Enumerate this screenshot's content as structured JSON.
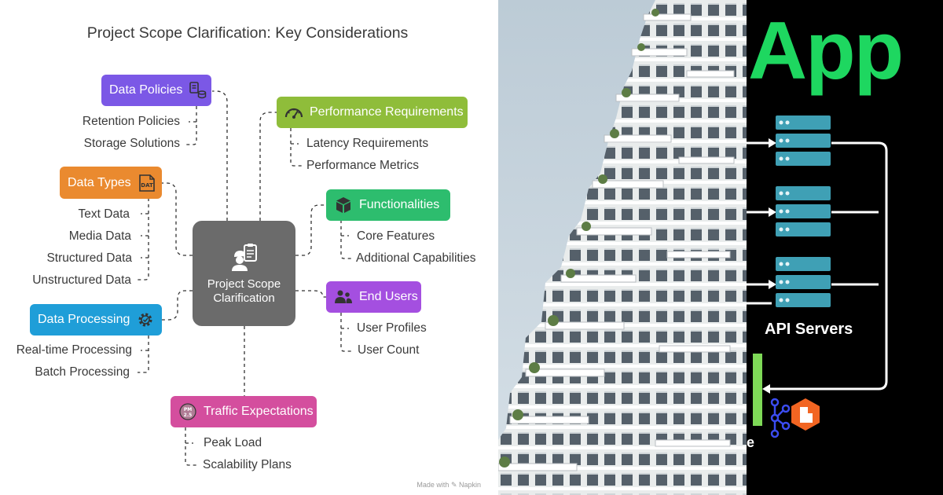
{
  "diagram": {
    "title": "Project Scope Clarification: Key Considerations",
    "center": {
      "label": "Project Scope Clarification",
      "color": "#6b6b6b",
      "icon": "engineer-clipboard-icon"
    },
    "branches": [
      {
        "label": "Data Policies",
        "color": "#7b58e6",
        "icon": "data-policy-icon",
        "leaves": [
          "Retention Policies",
          "Storage Solutions"
        ]
      },
      {
        "label": "Data Types",
        "color": "#ea8a2f",
        "icon": "dat-file-icon",
        "leaves": [
          "Text Data",
          "Media Data",
          "Structured Data",
          "Unstructured Data"
        ]
      },
      {
        "label": "Data Processing",
        "color": "#1f9ed8",
        "icon": "gear-icon",
        "leaves": [
          "Real-time Processing",
          "Batch Processing"
        ]
      },
      {
        "label": "Traffic Expectations",
        "color": "#d44e9e",
        "icon": "pm25-icon",
        "leaves": [
          "Peak Load",
          "Scalability Plans"
        ]
      },
      {
        "label": "Performance Requirements",
        "color": "#8fbd3a",
        "icon": "speedometer-icon",
        "leaves": [
          "Latency Requirements",
          "Performance Metrics"
        ]
      },
      {
        "label": "Functionalities",
        "color": "#2dbd6e",
        "icon": "cube-icon",
        "leaves": [
          "Core Features",
          "Additional Capabilities"
        ]
      },
      {
        "label": "End Users",
        "color": "#a44fe0",
        "icon": "users-icon",
        "leaves": [
          "User Profiles",
          "User Count"
        ]
      }
    ],
    "credit": "Made with  ✎ Napkin"
  },
  "architecture": {
    "brand_text": "App",
    "brand_color": "#1ed760",
    "servers_label": "API Servers",
    "stub_text": "e",
    "server_color": "#3fa0b5",
    "queue_bar_color": "#7ed957",
    "broker_color": "#f26522",
    "kafka_color": "#3b4cf0"
  }
}
